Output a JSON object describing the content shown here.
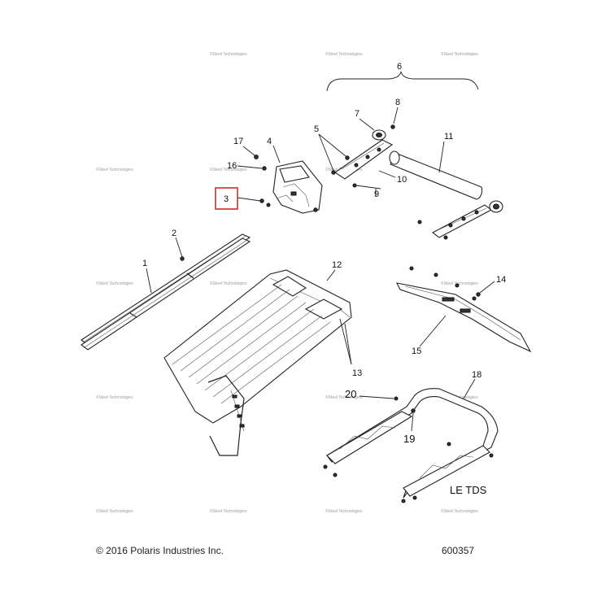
{
  "callouts": {
    "c1": "1",
    "c2": "2",
    "c3": "3",
    "c4": "4",
    "c5": "5",
    "c6": "6",
    "c7": "7",
    "c8": "8",
    "c9": "9",
    "c10": "10",
    "c11": "11",
    "c12": "12",
    "c13": "13",
    "c14": "14",
    "c15": "15",
    "c16": "16",
    "c17": "17",
    "c18": "18",
    "c19": "19",
    "c20": "20"
  },
  "highlighted_callout": "3",
  "view_label": "LE TDS",
  "copyright": "© 2016 Polaris Industries Inc.",
  "diagram_number": "600357",
  "watermark": "©Steel Technologies",
  "colors": {
    "highlight_box": "#cc2a2a",
    "line": "#222222"
  }
}
